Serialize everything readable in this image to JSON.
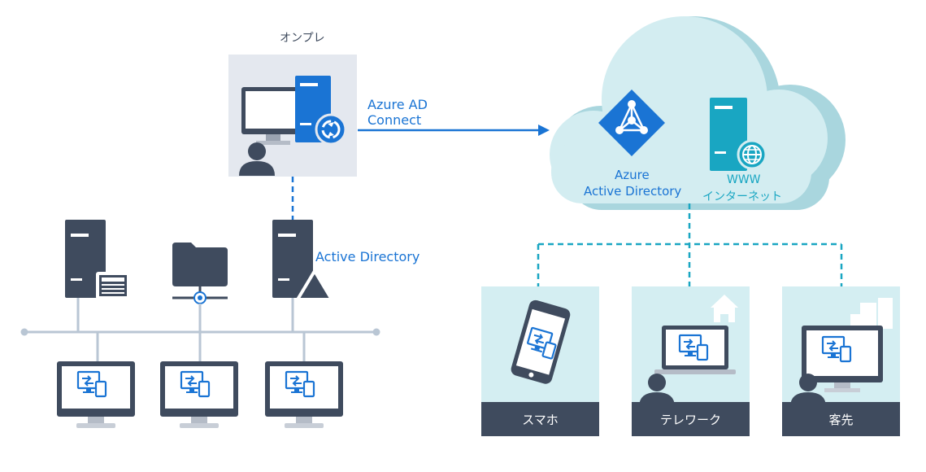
{
  "onprem": {
    "title": "オンプレ",
    "connect_label_line1": "Azure AD",
    "connect_label_line2": "Connect",
    "ad_server_label": "Active Directory"
  },
  "cloud": {
    "aad_label_line1": "Azure",
    "aad_label_line2": "Active Directory",
    "www_label_line1": "WWW",
    "www_label_line2": "インターネット"
  },
  "locations": [
    {
      "label": "スマホ"
    },
    {
      "label": "テレワーク"
    },
    {
      "label": "客先"
    }
  ],
  "colors": {
    "accent_blue": "#1a74d4",
    "teal": "#19a6c2",
    "slate": "#3f4b5e",
    "cloud_fill": "#d3edf1",
    "cloud_shadow": "#a9d6de",
    "card_fill": "#d4eef2",
    "onprem_box": "#e4e8ef"
  }
}
